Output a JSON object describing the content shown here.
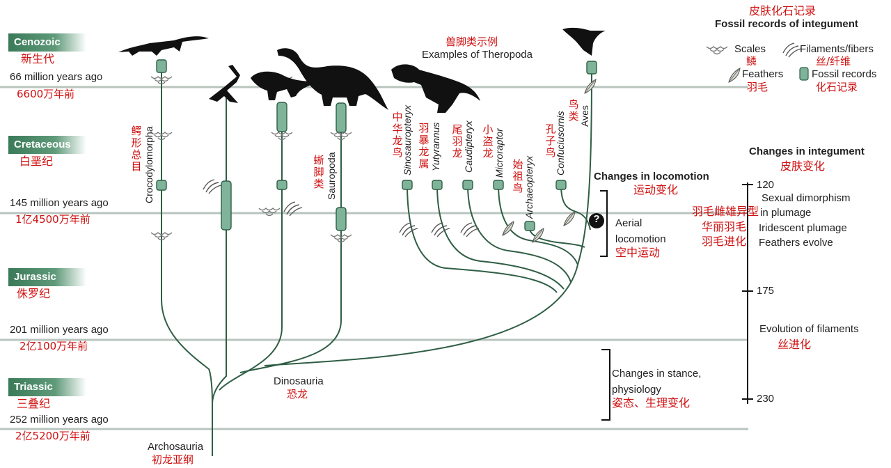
{
  "eras": [
    {
      "name": "Cenozoic",
      "cn": "新生代"
    },
    {
      "name": "Cretaceous",
      "cn": "白垩纪"
    },
    {
      "name": "Jurassic",
      "cn": "侏罗纪"
    },
    {
      "name": "Triassic",
      "cn": "三叠纪"
    }
  ],
  "boundaries": [
    {
      "en": "66 million years ago",
      "cn": "6600万年前"
    },
    {
      "en": "145 million years ago",
      "cn": "1亿4500万年前"
    },
    {
      "en": "201 million years ago",
      "cn": "2亿100万年前"
    },
    {
      "en": "252 million years ago",
      "cn": "2亿5200万年前"
    }
  ],
  "legend": {
    "title_cn": "皮肤化石记录",
    "title_en": "Fossil records of integument",
    "scales": "Scales",
    "scales_cn": "鳞",
    "filaments": "Filaments/fibers",
    "filaments_cn": "丝/纤维",
    "feathers": "Feathers",
    "feathers_cn": "羽毛",
    "fossil": "Fossil records",
    "fossil_cn": "化石记录"
  },
  "theropoda": {
    "cn": "兽脚类示例",
    "en": "Examples of Theropoda"
  },
  "taxa": {
    "crocodylomorpha": "Crocodylomorpha",
    "crocodylomorpha_cn": "鳄形总目",
    "sauropoda": "Sauropoda",
    "sauropoda_cn": "蜥脚类",
    "sinosauropteryx": "Sinosauropteryx",
    "sinosauropteryx_cn": "中华龙鸟",
    "yutyrannus": "Yutyrannus",
    "yutyrannus_cn": "羽暴龙属",
    "caudipteryx": "Caudipteryx",
    "caudipteryx_cn": "尾羽龙",
    "microraptor": "Microraptor",
    "microraptor_cn": "小盗龙",
    "archaeopteryx": "Archaeopteryx",
    "archaeopteryx_cn": "始祖鸟",
    "confuciusornis": "Confuciusornis",
    "confuciusornis_cn": "孔子鸟",
    "aves": "Aves",
    "aves_cn": "鸟类",
    "dinosauria": "Dinosauria",
    "dinosauria_cn": "恐龙",
    "archosauria": "Archosauria",
    "archosauria_cn": "初龙亚纲"
  },
  "locomotion": {
    "title": "Changes in locomotion",
    "title_cn": "运动变化",
    "aerial_1": "Aerial",
    "aerial_2": "locomotion",
    "aerial_cn": "空中运动",
    "question": "?"
  },
  "stance": {
    "line1": "Changes in stance,",
    "line2": "physiology",
    "cn": "姿态、生理变化"
  },
  "integument": {
    "title": "Changes in integument",
    "title_cn": "皮肤变化",
    "ticks": [
      "120",
      "175",
      "230"
    ],
    "dimorphism_1": "Sexual dimorphism",
    "dimorphism_2": "in plumage",
    "dimorphism_cn": "羽毛雌雄异型",
    "iridescent": "Iridescent plumage",
    "iridescent_cn": "华丽羽毛",
    "feathers_evolve": "Feathers evolve",
    "feathers_evolve_cn": "羽毛进化",
    "filaments": "Evolution of filaments",
    "filaments_cn": "丝进化"
  }
}
